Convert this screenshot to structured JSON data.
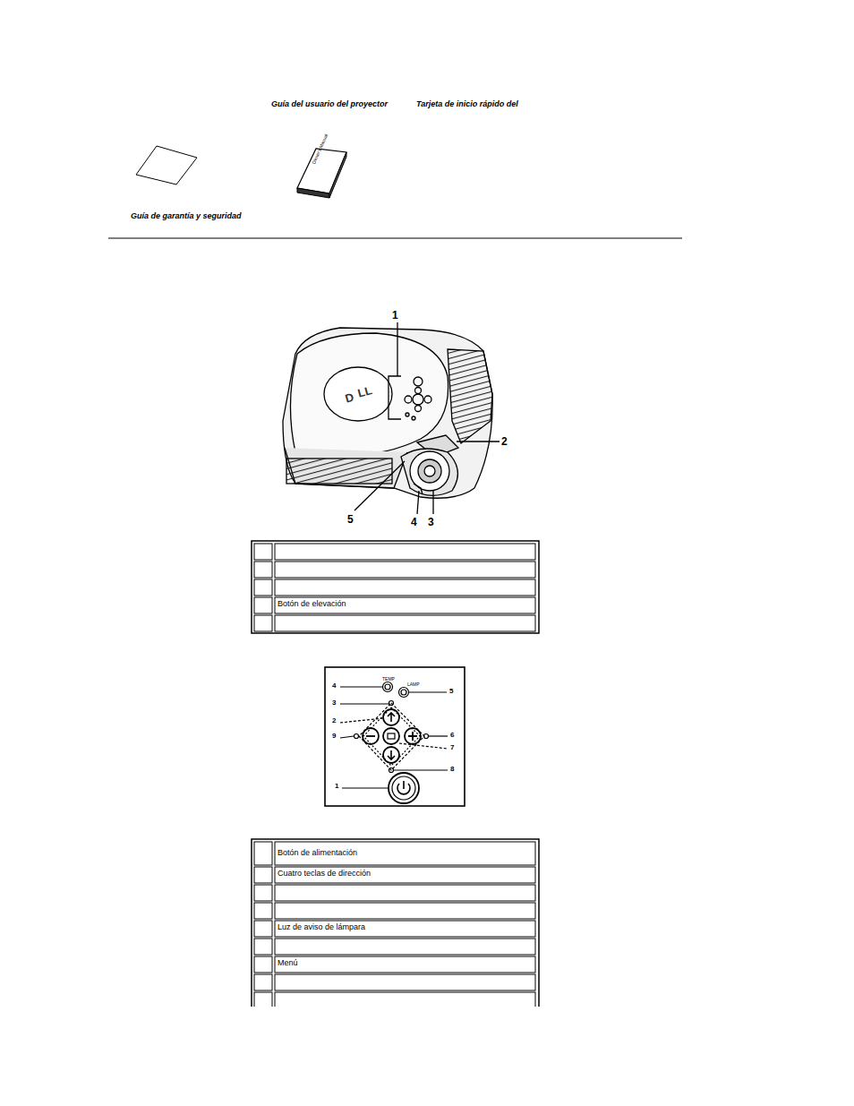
{
  "diagram": {
    "labels": [
      "Guía del usuario del proyector",
      "Tarjeta de inicio rápido del",
      "Owner's Manual",
      "Guía de garantía y seguridad",
      "1",
      "2",
      "5",
      "4",
      "3",
      "Botón de elevación",
      "4",
      "5",
      "3",
      "2",
      "9",
      "6",
      "7",
      "8",
      "1",
      "TEMP",
      "LAMP",
      "Botón de alimentación",
      "Cuatro teclas de dirección",
      "Luz de aviso de lámpara",
      "Menú"
    ]
  }
}
